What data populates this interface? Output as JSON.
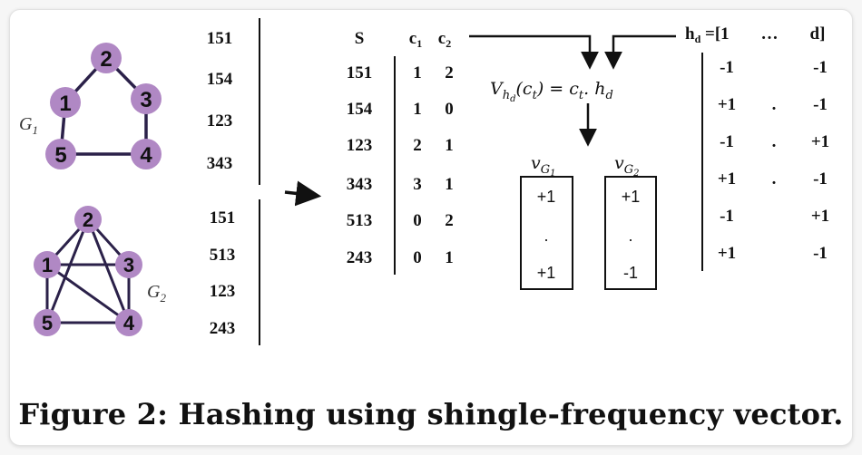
{
  "graphs": {
    "g1": {
      "name": "G",
      "subscript": "1",
      "nodes": [
        {
          "id": "n2",
          "label": "2"
        },
        {
          "id": "n1",
          "label": "1"
        },
        {
          "id": "n3",
          "label": "3"
        },
        {
          "id": "n5",
          "label": "5"
        },
        {
          "id": "n4",
          "label": "4"
        }
      ],
      "edges": [
        [
          "2",
          "1"
        ],
        [
          "2",
          "3"
        ],
        [
          "1",
          "5"
        ],
        [
          "3",
          "4"
        ],
        [
          "5",
          "4"
        ]
      ],
      "shingles": [
        "151",
        "154",
        "123",
        "343"
      ]
    },
    "g2": {
      "name": "G",
      "subscript": "2",
      "nodes": [
        {
          "id": "n2",
          "label": "2"
        },
        {
          "id": "n1",
          "label": "1"
        },
        {
          "id": "n3",
          "label": "3"
        },
        {
          "id": "n5",
          "label": "5"
        },
        {
          "id": "n4",
          "label": "4"
        }
      ],
      "edges": [
        [
          "2",
          "1"
        ],
        [
          "2",
          "3"
        ],
        [
          "2",
          "5"
        ],
        [
          "2",
          "4"
        ],
        [
          "1",
          "3"
        ],
        [
          "1",
          "5"
        ],
        [
          "1",
          "4"
        ],
        [
          "3",
          "4"
        ],
        [
          "5",
          "4"
        ]
      ],
      "shingles": [
        "151",
        "513",
        "123",
        "243"
      ]
    }
  },
  "frequency_table": {
    "headers": {
      "s": "S",
      "c1": "c",
      "c1_sub": "1",
      "c2": "c",
      "c2_sub": "2"
    },
    "rows": [
      {
        "s": "151",
        "c1": "1",
        "c2": "2"
      },
      {
        "s": "154",
        "c1": "1",
        "c2": "0"
      },
      {
        "s": "123",
        "c1": "2",
        "c2": "1"
      },
      {
        "s": "343",
        "c1": "3",
        "c2": "1"
      },
      {
        "s": "513",
        "c1": "0",
        "c2": "2"
      },
      {
        "s": "243",
        "c1": "0",
        "c2": "1"
      }
    ]
  },
  "formula": {
    "text": "V",
    "sub": "h",
    "subsub": "d",
    "rest": "(c",
    "rest_sub": "t",
    "rest2": ") = c",
    "rest2_sub": "t",
    "rest3": ". h",
    "rest3_sub": "d"
  },
  "vectors": {
    "vg1": {
      "label": "v",
      "sub": "G",
      "subsub": "1",
      "values": [
        "+1",
        ".",
        "+1"
      ]
    },
    "vg2": {
      "label": "v",
      "sub": "G",
      "subsub": "2",
      "values": [
        "+1",
        ".",
        "-1"
      ]
    }
  },
  "hash_matrix": {
    "header": {
      "h": "h",
      "h_sub": "d",
      "eq": " =[1",
      "dots": "…",
      "d": "d]"
    },
    "rows": [
      {
        "first": "-1",
        "mid": "",
        "last": "-1"
      },
      {
        "first": "+1",
        "mid": ".",
        "last": "-1"
      },
      {
        "first": "-1",
        "mid": ".",
        "last": "+1"
      },
      {
        "first": "+1",
        "mid": ".",
        "last": "-1"
      },
      {
        "first": "-1",
        "mid": "",
        "last": "+1"
      },
      {
        "first": "+1",
        "mid": "",
        "last": "-1"
      }
    ]
  },
  "caption": "Figure 2: Hashing using shingle-frequency vector.",
  "colors": {
    "node_fill": "#b088c4",
    "edge": "#2b2149",
    "ink": "#111111"
  }
}
